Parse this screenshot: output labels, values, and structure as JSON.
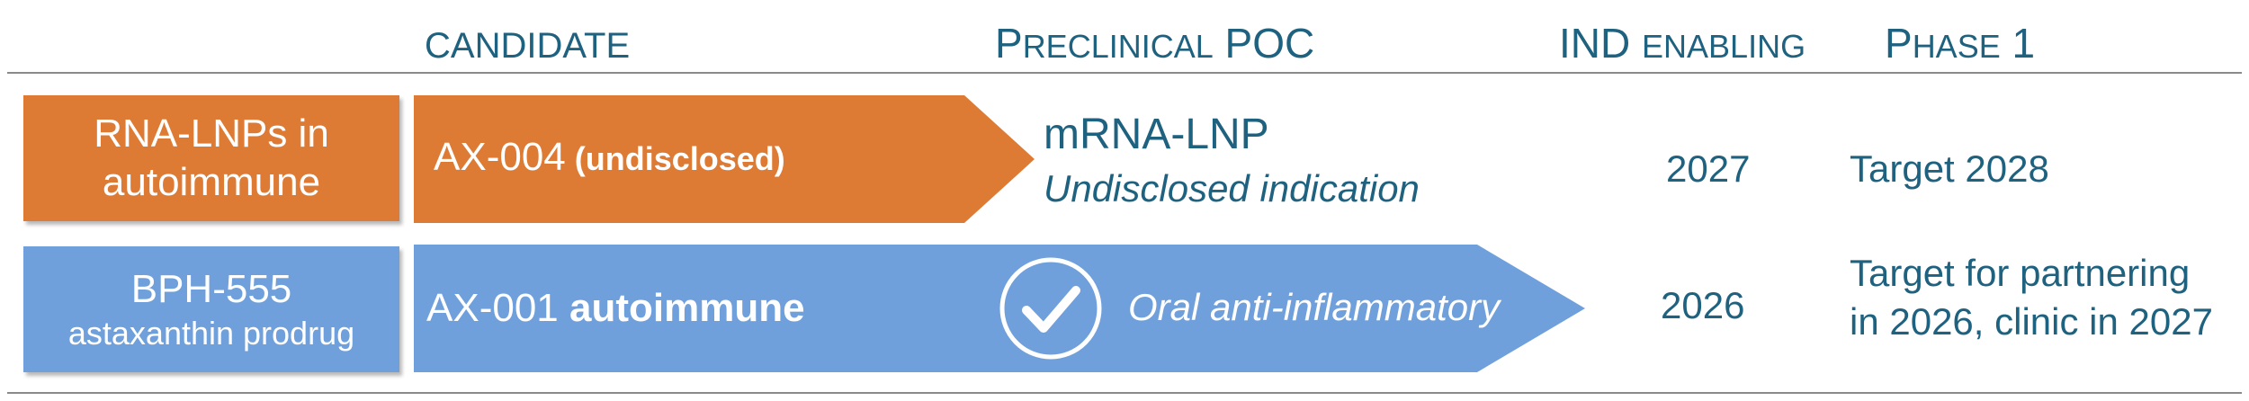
{
  "header": {
    "candidate": "Candidate",
    "preclinical_poc": {
      "first": "P",
      "rest": "reclinical",
      "suffix": "POC"
    },
    "ind_enabling": {
      "big": "IND",
      "small": "enabling"
    },
    "phase1": {
      "first": "P",
      "rest": "hase",
      "suffix": "1"
    }
  },
  "rows": [
    {
      "label": {
        "line1": "RNA-LNPs in",
        "line2": "autoimmune"
      },
      "candidate": "AX-004",
      "candidate_note": "(undisclosed)",
      "poc_title": "mRNA-LNP",
      "poc_subtitle": "Undisclosed indication",
      "ind_year": "2027",
      "phase1": "Target 2028"
    },
    {
      "label": {
        "line1": "BPH-555",
        "line2": "astaxanthin prodrug"
      },
      "candidate": "AX-001",
      "candidate_note": "autoimmune",
      "poc_icon": "checkmark-circle-icon",
      "poc_text": "Oral anti-inflammatory",
      "ind_year": "2026",
      "phase1_line1": "Target for partnering",
      "phase1_line2": "in 2026, clinic in 2027"
    }
  ],
  "colors": {
    "orange": "#dd7b34",
    "blue": "#6fa0db",
    "text_teal": "#1f6280",
    "rule": "#8a8a8a"
  }
}
